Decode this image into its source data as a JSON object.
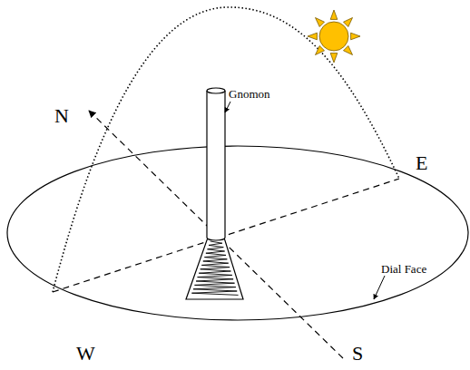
{
  "diagram": {
    "labels": [
      "N",
      "E",
      "W",
      "S",
      "Gnomon",
      "Dial Face"
    ]
  }
}
